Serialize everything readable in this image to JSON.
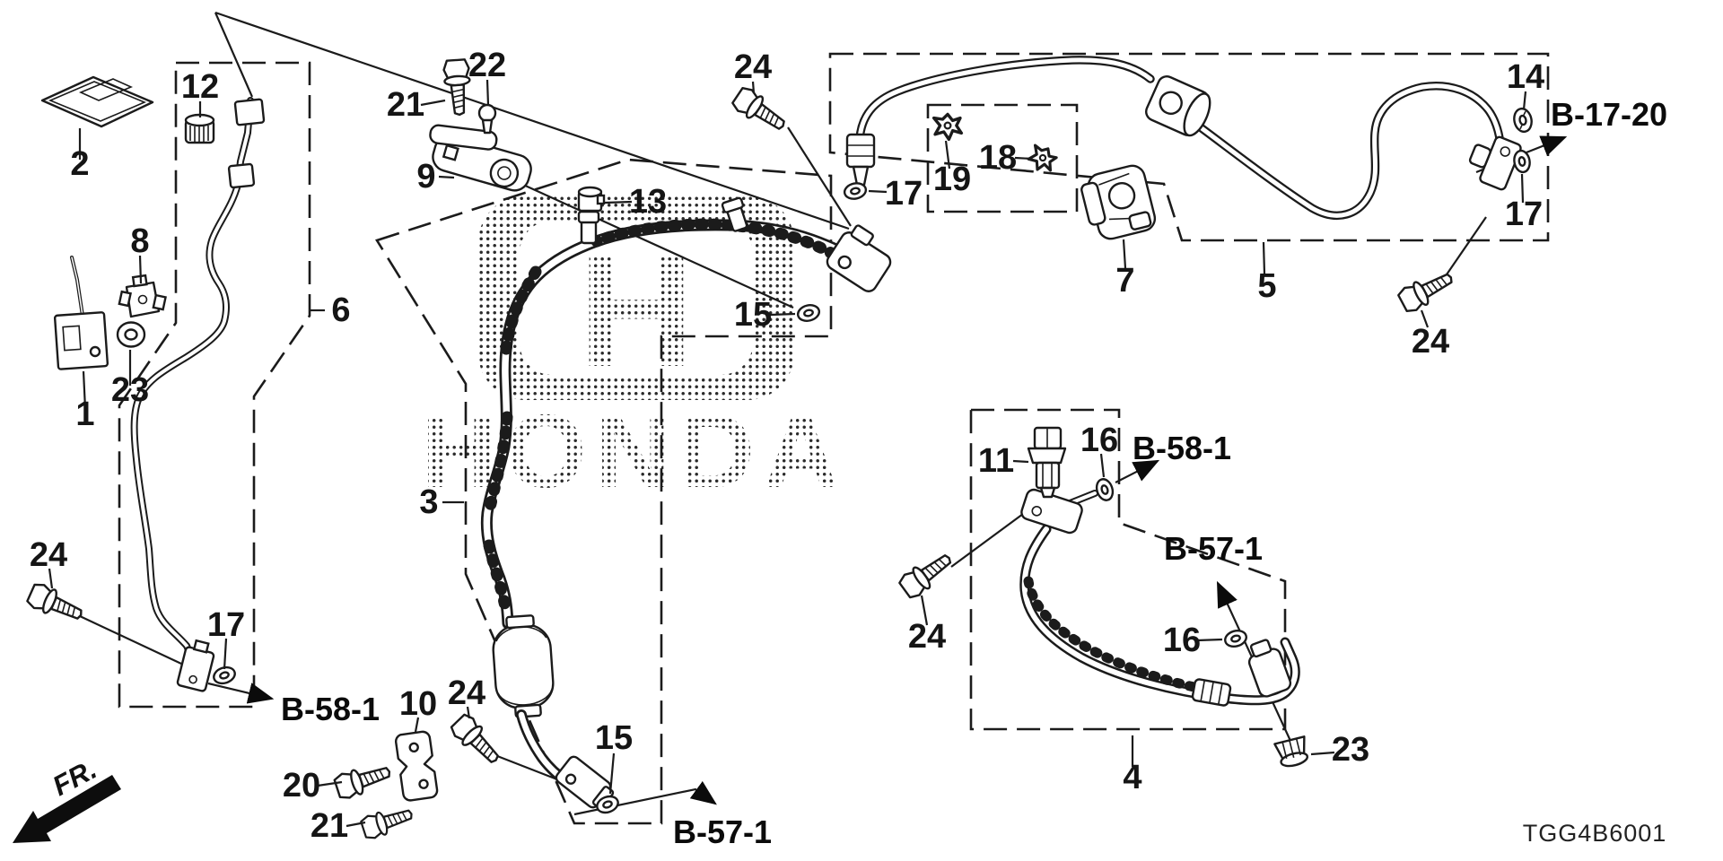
{
  "callouts": {
    "p1": "1",
    "p2": "2",
    "p3": "3",
    "p4": "4",
    "p5": "5",
    "p6": "6",
    "p7": "7",
    "p8": "8",
    "p9": "9",
    "p10": "10",
    "p11": "11",
    "p12": "12",
    "p13": "13",
    "p14": "14",
    "p15a": "15",
    "p15b": "15",
    "p16a": "16",
    "p16b": "16",
    "p17a": "17",
    "p17b": "17",
    "p17c": "17",
    "p18": "18",
    "p19": "19",
    "p20": "20",
    "p21a": "21",
    "p21b": "21",
    "p22": "22",
    "p23a": "23",
    "p23b": "23",
    "p24a": "24",
    "p24b": "24",
    "p24c": "24",
    "p24d": "24",
    "p24e": "24"
  },
  "references": {
    "b1720": "B-17-20",
    "b581_right": "B-58-1",
    "b571_right": "B-57-1",
    "b581_left": "B-58-1",
    "b571_bottom": "B-57-1"
  },
  "watermark": {
    "letter": "H",
    "word": "HONDA"
  },
  "direction_indicator": {
    "label": "FR."
  },
  "footer": {
    "diagram_code": "TGG4B6001"
  },
  "colors": {
    "line": "#1b1b1b",
    "background": "#ffffff"
  }
}
